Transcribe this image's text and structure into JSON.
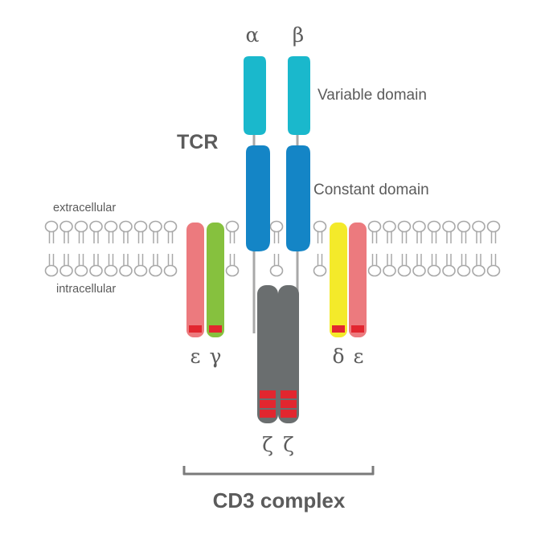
{
  "labels": {
    "alpha": "α",
    "beta": "β",
    "variable_domain": "Variable domain",
    "constant_domain": "Constant domain",
    "tcr": "TCR",
    "extracellular": "extracellular",
    "intracellular": "intracellular",
    "epsilon_left": "ε",
    "gamma": "γ",
    "delta": "δ",
    "epsilon_right": "ε",
    "zeta_left": "ζ",
    "zeta_right": "ζ",
    "cd3_complex": "CD3 complex"
  },
  "colors": {
    "variable_domain": "#1ab8cc",
    "constant_domain": "#1485c6",
    "zeta_chain": "#6a6e6f",
    "epsilon_chain": "#ec7a7e",
    "gamma_chain": "#86c13e",
    "delta_chain": "#f4ea2a",
    "itam": "#e2262f",
    "membrane": "#a8a8a8",
    "text": "#5b5b5b"
  }
}
